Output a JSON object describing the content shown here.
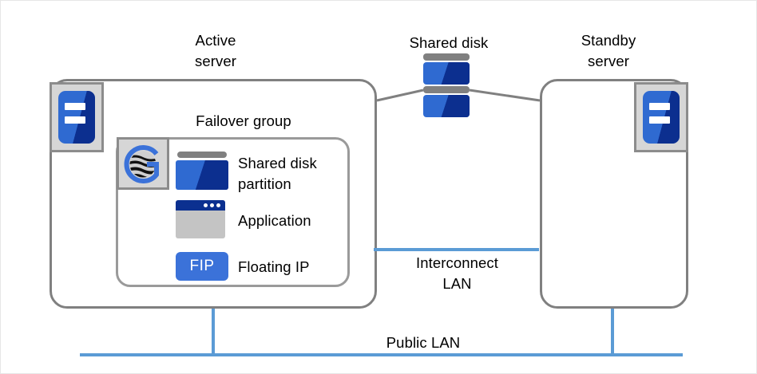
{
  "diagram": {
    "title_labels": {
      "active_server": "Active\nserver",
      "shared_disk": "Shared disk",
      "standby_server": "Standby\nserver",
      "failover_group": "Failover group"
    },
    "resources": [
      {
        "id": "shared-disk-partition",
        "label": "Shared disk\npartition",
        "icon": "shared-disk-partition-icon"
      },
      {
        "id": "application",
        "label": "Application",
        "icon": "application-window-icon"
      },
      {
        "id": "floating-ip",
        "label": "Floating IP",
        "icon": "fip-badge-icon",
        "badge_text": "FIP"
      }
    ],
    "networks": [
      {
        "id": "interconnect-lan",
        "label": "Interconnect\nLAN",
        "color": "#5b9bd5"
      },
      {
        "id": "public-lan",
        "label": "Public LAN",
        "color": "#5b9bd5"
      }
    ],
    "icons": {
      "cluster_logo": "expresscluster-g-logo-icon",
      "server": "server-icon",
      "disk_array": "shared-disk-array-icon"
    },
    "colors": {
      "accent_blue": "#2f6ad1",
      "dark_blue": "#0c2f8f",
      "lan_blue": "#5b9bd5",
      "box_gray": "#808080",
      "icon_bg_gray": "#d6d6d6",
      "app_gray": "#c4c4c4",
      "background": "#ffffff"
    }
  }
}
